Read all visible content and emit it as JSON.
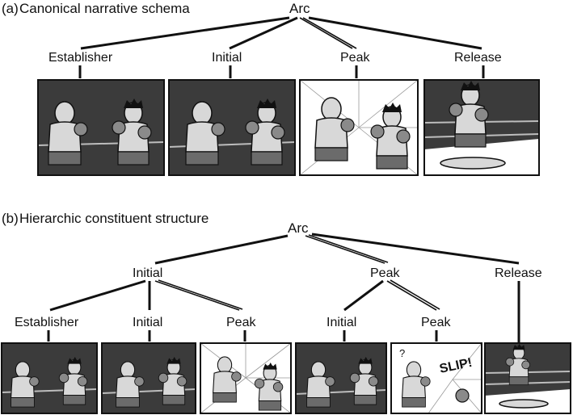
{
  "section_a": {
    "label": "(a)",
    "title": "Canonical narrative schema",
    "root": "Arc",
    "nodes": [
      "Establisher",
      "Initial",
      "Peak",
      "Release"
    ]
  },
  "section_b": {
    "label": "(b)",
    "title": "Hierarchic constituent structure",
    "root": "Arc",
    "mid_nodes": [
      "Initial",
      "Peak",
      "Release"
    ],
    "leaf_nodes": [
      "Establisher",
      "Initial",
      "Peak",
      "Initial",
      "Peak"
    ],
    "sound_effect": "SLIP!",
    "question_mark": "?"
  }
}
